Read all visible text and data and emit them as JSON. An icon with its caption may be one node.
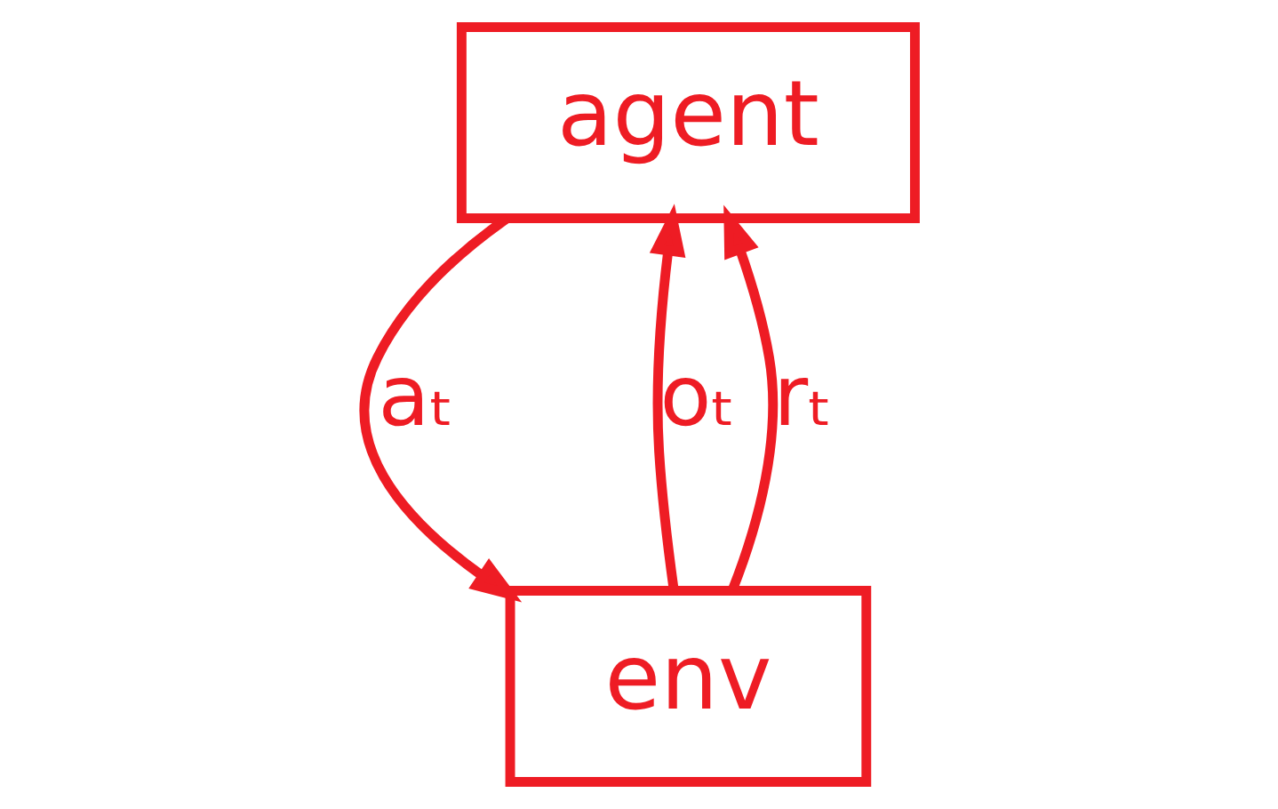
{
  "diagram": {
    "nodes": [
      {
        "text": [
          "agent"
        ]
      },
      {
        "text": [
          "env"
        ]
      }
    ],
    "edges": [
      {
        "from": 0,
        "to": 1,
        "arrow": "to",
        "label": "aₜ"
      },
      {
        "from": 1,
        "to": 0,
        "arrow": "to",
        "label": "oₜ"
      },
      {
        "from": 1,
        "to": 0,
        "arrow": "to",
        "label": "rₜ"
      }
    ]
  }
}
